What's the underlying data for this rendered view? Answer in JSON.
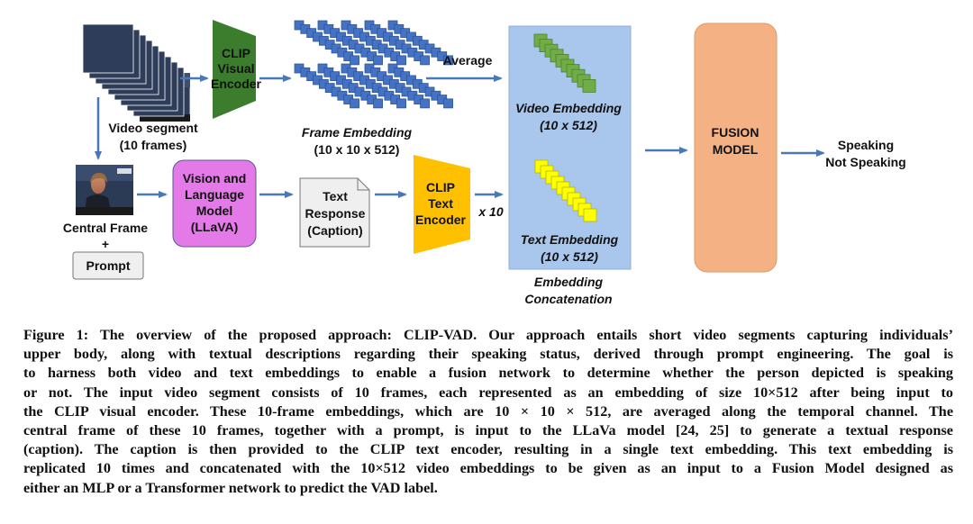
{
  "diagram": {
    "video_segment": {
      "line1": "Video segment",
      "line2": "(10 frames)"
    },
    "clip_visual": {
      "line1": "CLIP",
      "line2": "Visual",
      "line3": "Encoder"
    },
    "frame_embedding": {
      "line1": "Frame Embedding",
      "line2": "(10 x 10 x 512)"
    },
    "average": "Average",
    "video_embedding": {
      "line1": "Video Embedding",
      "line2": "(10 x 512)"
    },
    "text_embedding": {
      "line1": "Text Embedding",
      "line2": "(10 x 512)"
    },
    "concat": {
      "line1": "Embedding",
      "line2": "Concatenation"
    },
    "fusion": {
      "line1": "FUSION",
      "line2": "MODEL"
    },
    "output": {
      "line1": "Speaking",
      "line2": "Not Speaking"
    },
    "central_frame": "Central Frame",
    "plus": "+",
    "prompt": "Prompt",
    "vlm": {
      "line1": "Vision and",
      "line2": "Language",
      "line3": "Model",
      "line4": "(LLaVA)"
    },
    "text_response": {
      "line1": "Text",
      "line2": "Response",
      "line3": "(Caption)"
    },
    "clip_text": {
      "line1": "CLIP",
      "line2": "Text",
      "line3": "Encoder"
    },
    "x10": "x 10"
  },
  "caption": {
    "lines": [
      "Figure 1: The overview of the proposed approach: CLIP-VAD. Our approach entails short video segments capturing individuals’",
      "upper body, along with textual descriptions regarding their speaking status, derived through prompt engineering. The goal is",
      "to harness both video and text embeddings to enable a fusion network to determine whether the person depicted is speaking",
      "or not. The input video segment consists of 10 frames, each represented as an embedding of size 10×512 after being input to",
      "the CLIP visual encoder. These 10-frame embeddings, which are 10 × 10 × 512, are averaged along the temporal channel. The",
      "central frame of these 10 frames, together with a prompt, is input to the LLaVa model [24, 25] to generate a textual response",
      "(caption). The caption is then provided to the CLIP text encoder, resulting in a single text embedding. This text embedding is",
      "replicated 10 times and concatenated with the 10×512 video embeddings to be given as an input to a Fusion Model designed as",
      "either an MLP or a Transformer network to predict the VAD label."
    ]
  },
  "colors": {
    "arrow": "#4a78b5",
    "frame_square": "#4472c4",
    "video_square": "#70ad47",
    "text_square": "#ffff00",
    "clip_visual": "#3b7d2c",
    "clip_text": "#ffc000",
    "vlm": "#e47ae8",
    "concat_panel": "#a9c6ec",
    "fusion": "#f4b183"
  }
}
